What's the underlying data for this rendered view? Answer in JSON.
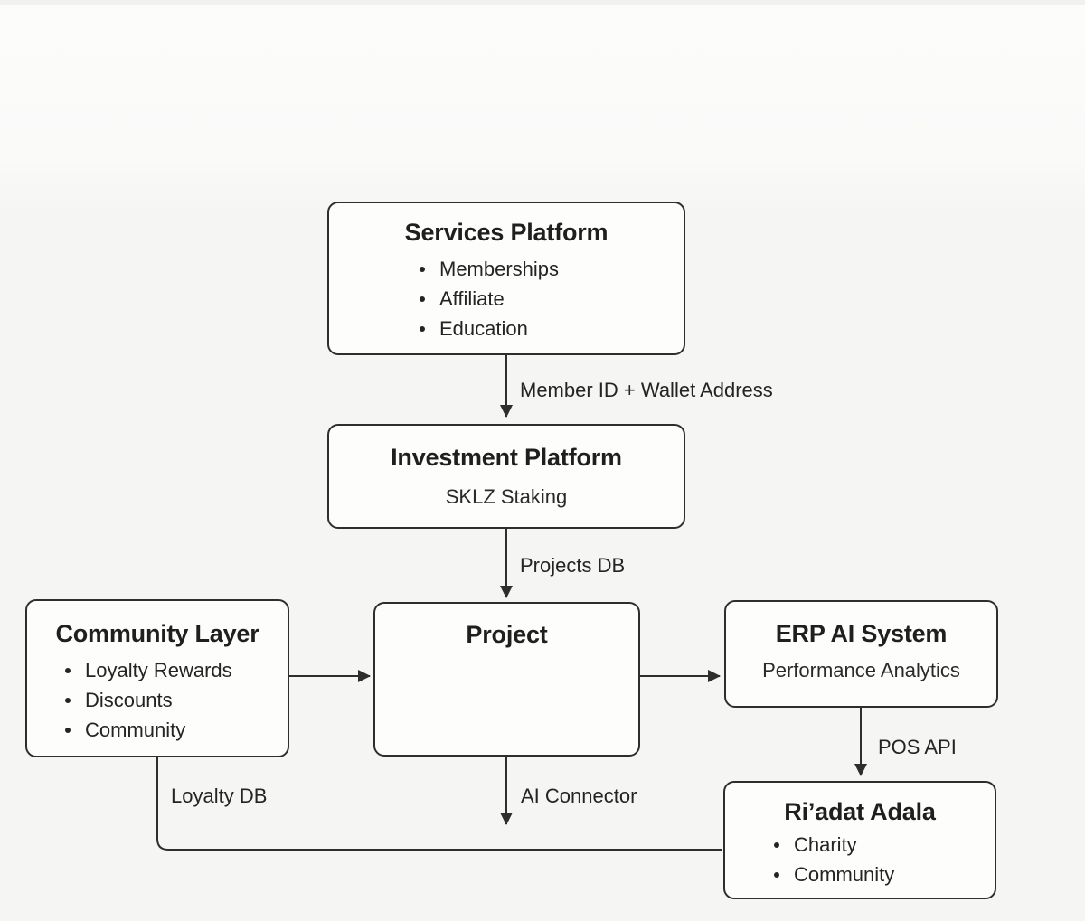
{
  "diagram": {
    "nodes": {
      "services": {
        "title": "Services Platform",
        "items": [
          "Memberships",
          "Affiliate",
          "Education"
        ]
      },
      "investment": {
        "title": "Investment Platform",
        "subtitle": "SKLZ Staking"
      },
      "community": {
        "title": "Community Layer",
        "items": [
          "Loyalty Rewards",
          "Discounts",
          "Community"
        ]
      },
      "project": {
        "title": "Project"
      },
      "erp": {
        "title": "ERP AI System",
        "subtitle": "Performance Analytics"
      },
      "riadat": {
        "title": "Ri’adat Adala",
        "items": [
          "Charity",
          "Community"
        ]
      }
    },
    "edge_labels": {
      "services_to_investment": "Member ID + Wallet Address",
      "investment_to_project": "Projects DB",
      "project_down": "AI Connector",
      "community_to_riadat": "Loyalty DB",
      "erp_to_riadat": "POS API"
    },
    "colors": {
      "line": "#2e2f2d",
      "box_fill": "#fdfdfc",
      "background": "#f5f5f3",
      "text": "#222321"
    }
  }
}
